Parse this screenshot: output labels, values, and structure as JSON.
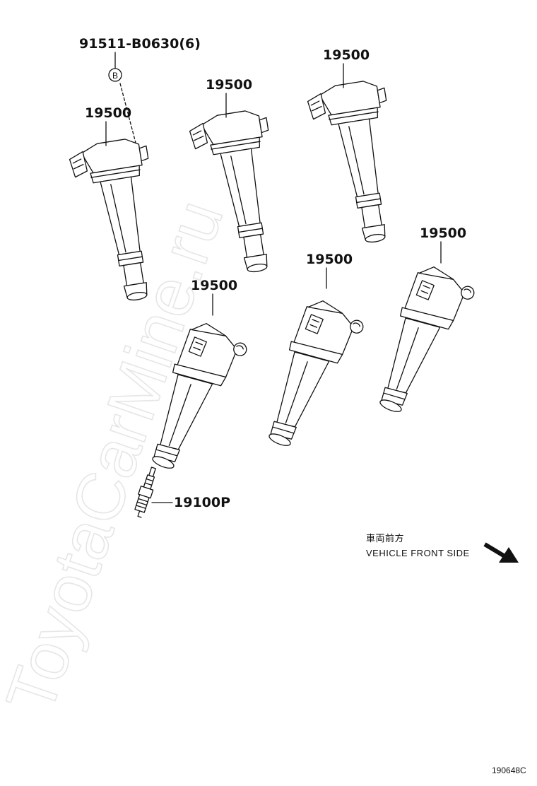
{
  "watermark": "ToyotaCarMine.ru",
  "bolt_label": "91511-B0630(6)",
  "bolt_circle_letter": "B",
  "coil_labels": [
    "19500",
    "19500",
    "19500",
    "19500",
    "19500",
    "19500"
  ],
  "spark_plug_label": "19100P",
  "direction": {
    "jp_text": "車両前方",
    "en_text": "VEHICLE FRONT SIDE"
  },
  "figure_code": "190648C"
}
